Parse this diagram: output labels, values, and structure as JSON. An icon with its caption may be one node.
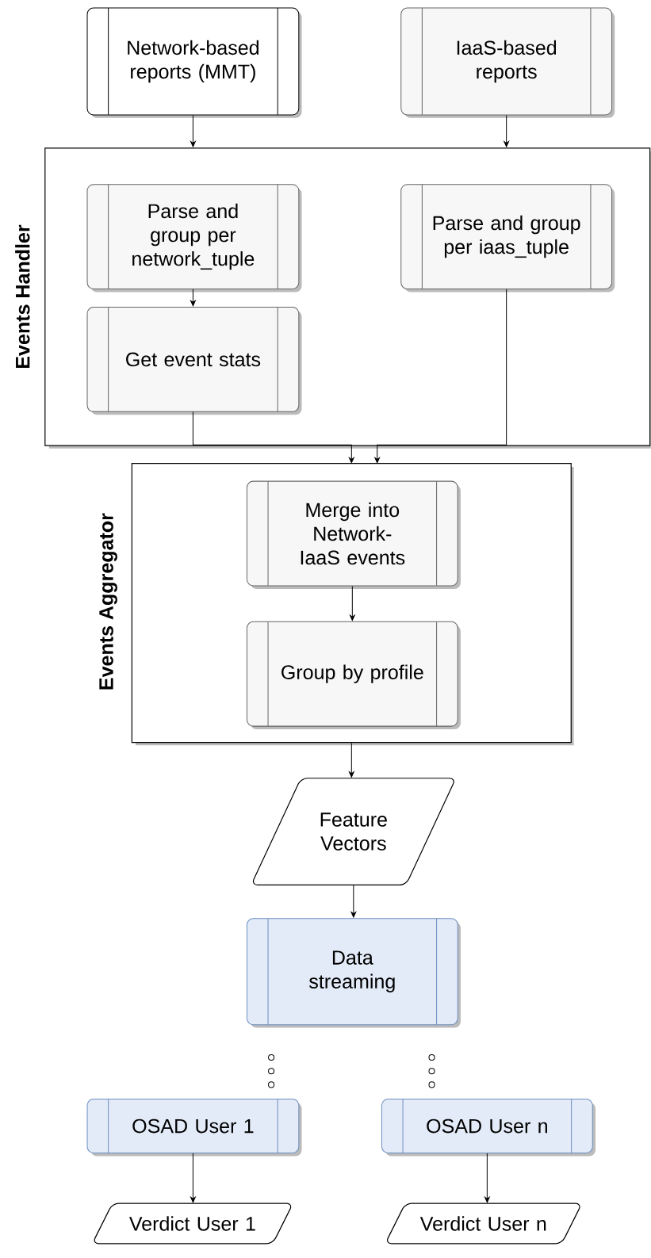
{
  "diagram": {
    "nodes": [
      {
        "text": [
          "Network-based reports (MMT)"
        ]
      },
      {
        "text": [
          "IaaS-based reports"
        ]
      },
      {
        "text": [
          "Events Handler"
        ]
      },
      {
        "text": [
          "Parse and group per network_tuple"
        ],
        "in": 2
      },
      {
        "text": [
          "Parse and group per iaas_tuple"
        ],
        "in": 2
      },
      {
        "text": [
          "Get event stats"
        ],
        "in": 2
      },
      {
        "text": [
          "Events Aggregator"
        ]
      },
      {
        "text": [
          "Merge into Network-IaaS events"
        ],
        "in": 6
      },
      {
        "text": [
          "Group by profile"
        ],
        "in": 6
      },
      {
        "text": [
          "Feature Vectors"
        ]
      },
      {
        "text": [
          "Data streaming"
        ]
      },
      {
        "text": [
          "OSAD User 1"
        ]
      },
      {
        "text": [
          "OSAD User n"
        ]
      },
      {
        "text": [
          "Verdict User 1"
        ]
      },
      {
        "text": [
          "Verdict User n"
        ]
      }
    ],
    "edges": [
      {
        "from": 0,
        "to": 2,
        "arrow": "to"
      },
      {
        "from": 1,
        "to": 2,
        "arrow": "to"
      },
      {
        "from": 3,
        "to": 5,
        "arrow": "to"
      },
      {
        "from": 5,
        "to": 6,
        "arrow": "to"
      },
      {
        "from": 4,
        "to": 6,
        "arrow": "to"
      },
      {
        "from": 7,
        "to": 8,
        "arrow": "to"
      },
      {
        "from": 6,
        "to": 9,
        "arrow": "to"
      },
      {
        "from": 9,
        "to": 10,
        "arrow": "to"
      },
      {
        "from": 11,
        "to": 13,
        "arrow": "to"
      },
      {
        "from": 12,
        "to": 14,
        "arrow": "to"
      }
    ]
  }
}
